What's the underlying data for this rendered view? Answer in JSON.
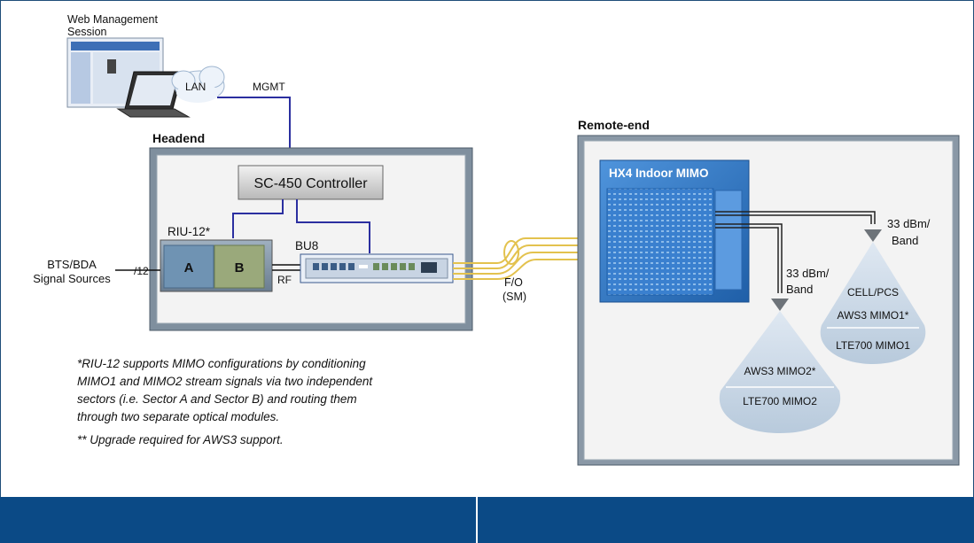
{
  "web": {
    "line1": "Web Management",
    "line2": "Session",
    "lan": "LAN",
    "mgmt": "MGMT"
  },
  "headend": {
    "title": "Headend",
    "controller": "SC-450 Controller",
    "riu_label": "RIU-12*",
    "sector_a": "A",
    "sector_b": "B",
    "bu_label": "BU8",
    "rf": "RF",
    "input_count": "/12",
    "sources_line1": "BTS/BDA",
    "sources_line2": "Signal Sources"
  },
  "fiber": {
    "line1": "F/O",
    "line2": "(SM)"
  },
  "remote": {
    "title": "Remote-end",
    "unit": "HX4 Indoor MIMO",
    "power_a_line1": "33 dBm/",
    "power_a_line2": "Band",
    "power_b_line1": "33 dBm/",
    "power_b_line2": "Band",
    "cone1": {
      "line1": "CELL/PCS",
      "line2": "AWS3 MIMO1*",
      "line3": "LTE700 MIMO1"
    },
    "cone2": {
      "line1": "AWS3 MIMO2*",
      "line2": "LTE700 MIMO2"
    }
  },
  "notes": {
    "line1": "*RIU-12 supports MIMO configurations by conditioning",
    "line2": "MIMO1 and MIMO2 stream signals via two independent",
    "line3": "sectors (i.e. Sector A and Sector B) and routing them",
    "line4": "through two separate optical modules.",
    "line5": "** Upgrade required for AWS3 support."
  },
  "colors": {
    "footer": "#0b4a86",
    "link_blue": "#2b2fa0",
    "fiber": "#e3c24e",
    "unit_blue": "#3477c4",
    "sector_a": "#6f93b3",
    "sector_b": "#9aa97b"
  }
}
